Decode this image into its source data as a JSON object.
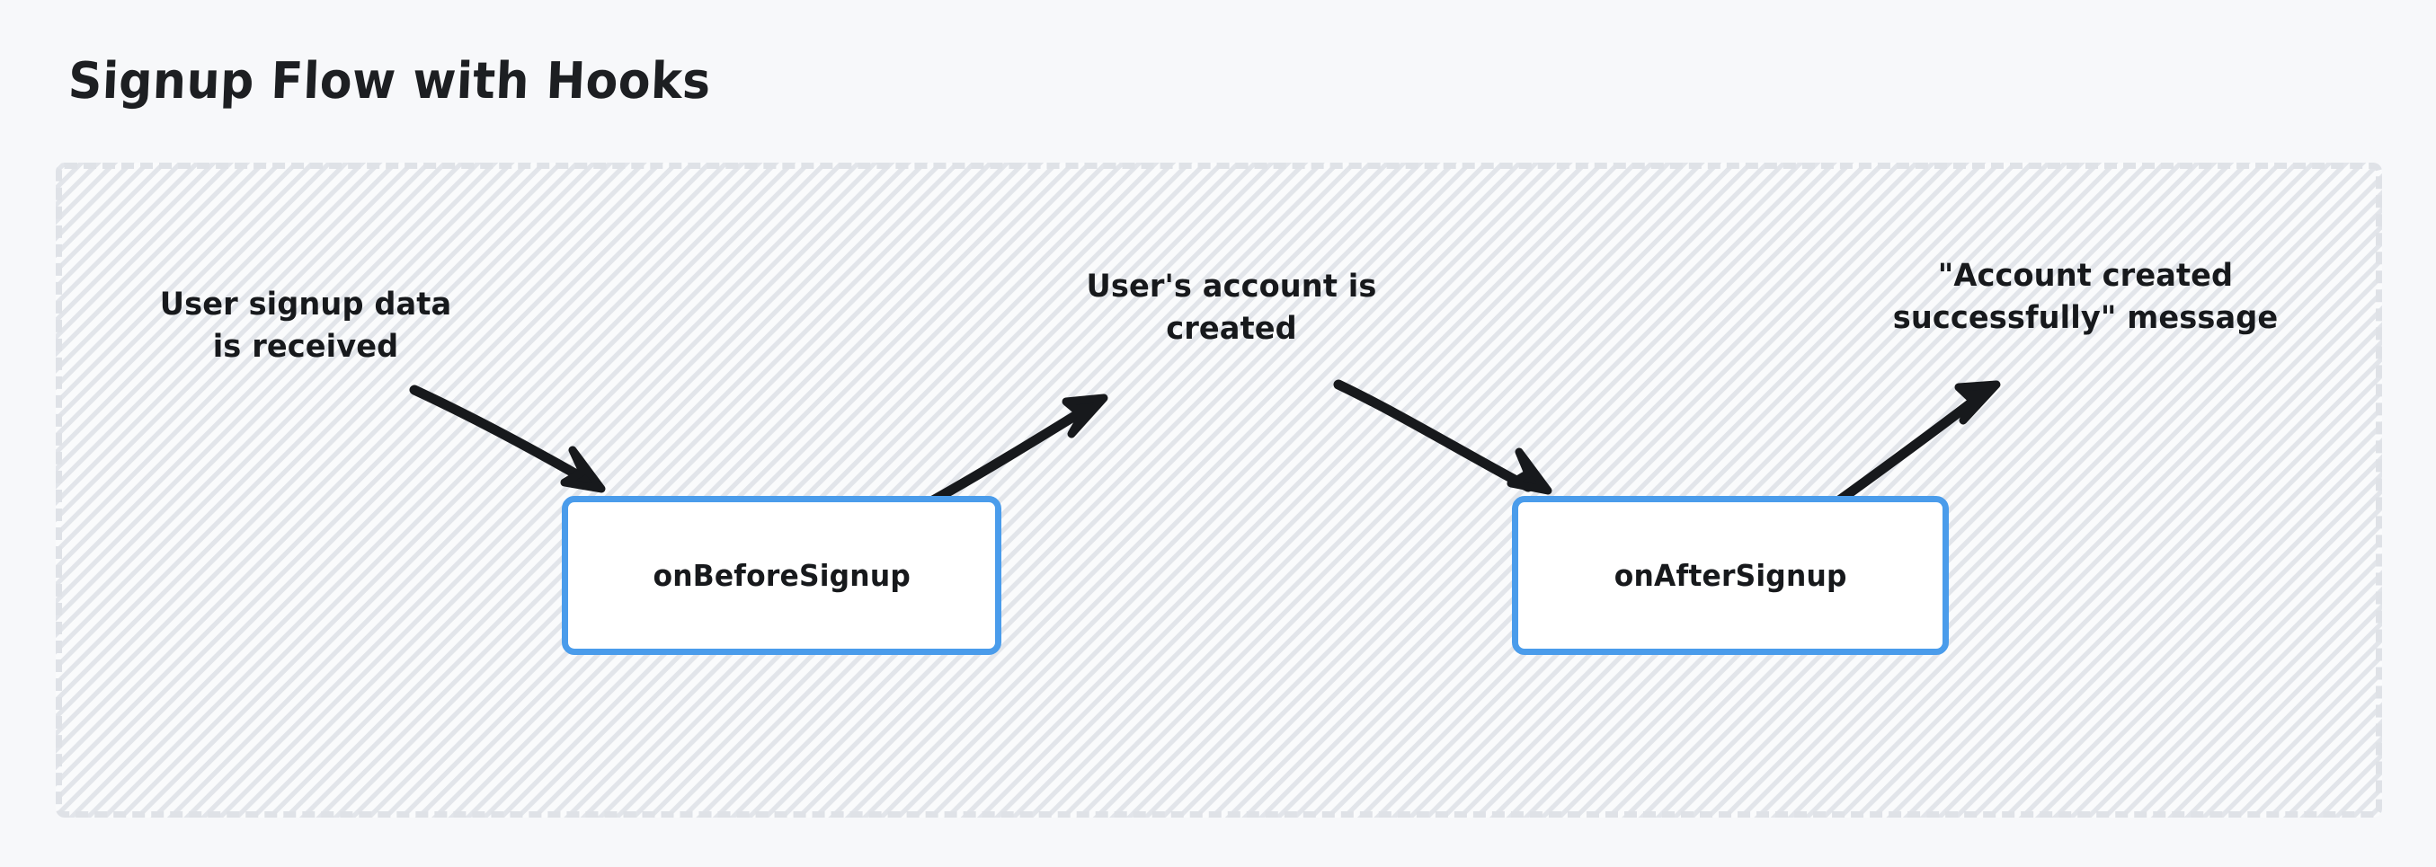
{
  "title": "Signup Flow with Hooks",
  "colors": {
    "page_background": "#f7f8fa",
    "canvas_background": "#fafbfc",
    "canvas_border": "#dfe2e7",
    "node_border": "#4a9ceb",
    "node_fill": "#ffffff",
    "text": "#17191c",
    "arrow": "#17191c"
  },
  "canvas": {
    "nodes": [
      {
        "id": "onBeforeSignup",
        "label": "onBeforeSignup"
      },
      {
        "id": "onAfterSignup",
        "label": "onAfterSignup"
      }
    ],
    "labels": [
      {
        "id": "signup-data",
        "text": "User signup data\nis received"
      },
      {
        "id": "account-created",
        "text": "User's account is\ncreated"
      },
      {
        "id": "success-message",
        "text": "\"Account created\nsuccessfully\" message"
      }
    ],
    "arrows": [
      {
        "id": "arrow-input-to-before",
        "from": "signup-data",
        "to": "onBeforeSignup",
        "direction": "down-right"
      },
      {
        "id": "arrow-before-to-output",
        "from": "onBeforeSignup",
        "to": "account-created",
        "direction": "up-right"
      },
      {
        "id": "arrow-input-to-after",
        "from": "account-created",
        "to": "onAfterSignup",
        "direction": "down-right"
      },
      {
        "id": "arrow-after-to-output",
        "from": "onAfterSignup",
        "to": "success-message",
        "direction": "up-right"
      }
    ]
  }
}
